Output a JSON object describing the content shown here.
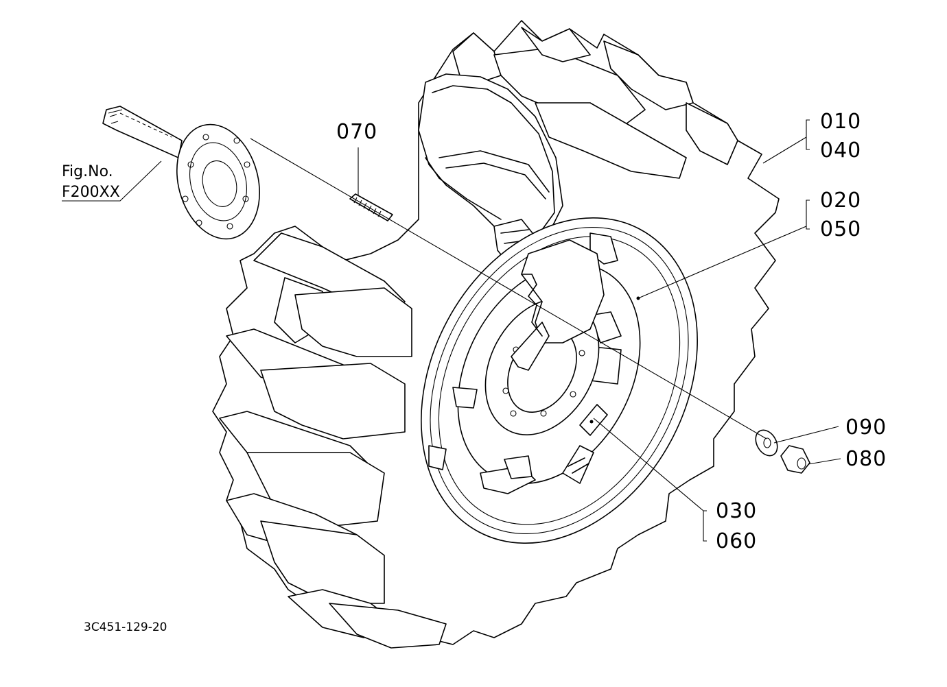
{
  "callouts": {
    "c010": "010",
    "c040": "040",
    "c020": "020",
    "c050": "050",
    "c070": "070",
    "c090": "090",
    "c080": "080",
    "c030": "030",
    "c060": "060"
  },
  "figure_ref": {
    "label": "Fig.No.",
    "number": "F200XX"
  },
  "drawing_code": "3C451-129-20"
}
